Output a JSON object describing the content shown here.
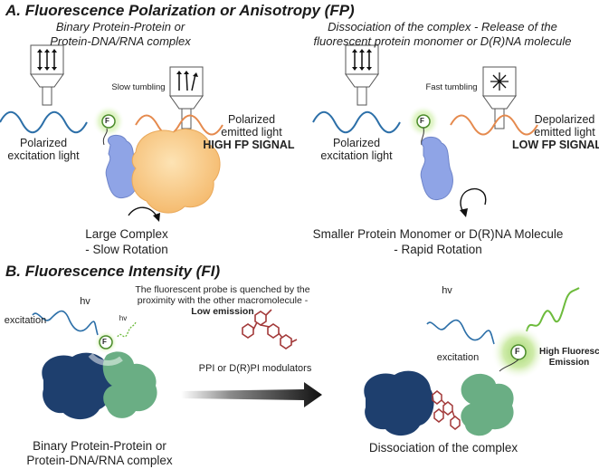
{
  "fp": {
    "title": "A. Fluorescence Polarization or Anisotropy (FP)",
    "left": {
      "subtitle_line1": "Binary Protein-Protein or",
      "subtitle_line2": "Protein-DNA/RNA complex",
      "tumbling": "Slow tumbling",
      "excitation_line1": "Polarized",
      "excitation_line2": "excitation light",
      "emitted_line1": "Polarized",
      "emitted_line2": "emitted light",
      "signal": "HIGH FP SIGNAL",
      "caption_line1": "Large Complex",
      "caption_line2": "- Slow Rotation",
      "fluor": "F"
    },
    "right": {
      "subtitle_line1": "Dissociation of the complex - Release of the",
      "subtitle_line2": "fluorescent protein monomer or D(R)NA molecule",
      "tumbling": "Fast tumbling",
      "excitation_line1": "Polarized",
      "excitation_line2": "excitation light",
      "emitted_line1": "Depolarized",
      "emitted_line2": "emitted light",
      "signal": "LOW FP SIGNAL",
      "caption_line1": "Smaller Protein Monomer or D(R)NA Molecule",
      "caption_line2": "- Rapid Rotation",
      "fluor": "F"
    }
  },
  "fi": {
    "title": "B. Fluorescence Intensity (FI)",
    "left": {
      "note_line1": "The fluorescent probe is quenched by the",
      "note_line2": "proximity with the other macromolecule -",
      "note_line3": "Low emission",
      "hv": "hv",
      "hv_small": "hv",
      "excitation": "excitation",
      "caption_line1": "Binary Protein-Protein or",
      "caption_line2": "Protein-DNA/RNA complex",
      "fluor": "F"
    },
    "arrow_label": "PPI or D(R)PI modulators",
    "right": {
      "hv": "hv",
      "excitation": "excitation",
      "emission_line1": "High Fluorescent",
      "emission_line2": "Emission",
      "caption": "Dissociation of the complex",
      "fluor": "F"
    }
  },
  "colors": {
    "excitation_wave": "#2c6fa8",
    "emission_wave": "#e58a4e",
    "light_protein": "#8fa4e6",
    "partner_protein": "#f8c98a",
    "dark_protein": "#1e3f6e",
    "green_protein": "#6aae84",
    "modulator": "#a33a3a",
    "glow": "#9ed36a"
  }
}
